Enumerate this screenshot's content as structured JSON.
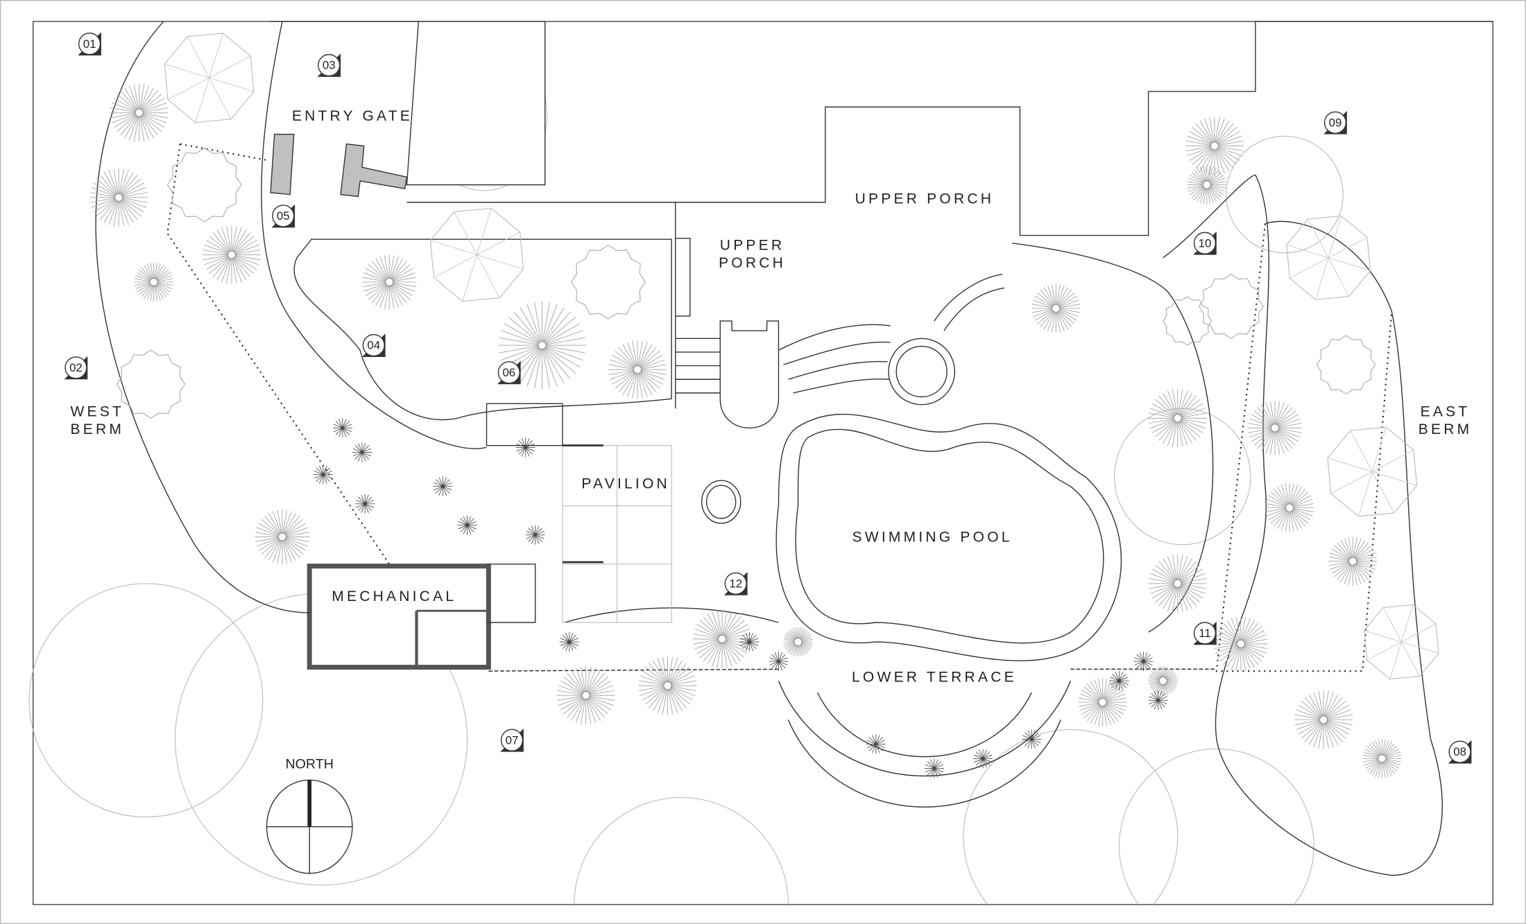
{
  "labels": {
    "entry_gate": "ENTRY GATE",
    "upper_porch_left_1": "UPPER",
    "upper_porch_left_2": "PORCH",
    "upper_porch_right": "UPPER PORCH",
    "pavilion": "PAVILION",
    "swimming_pool": "SWIMMING POOL",
    "mechanical": "MECHANICAL",
    "lower_terrace": "LOWER TERRACE",
    "west_berm_1": "WEST",
    "west_berm_2": "BERM",
    "east_berm_1": "EAST",
    "east_berm_2": "BERM",
    "north": "NORTH"
  },
  "view_markers": [
    "01",
    "02",
    "03",
    "04",
    "05",
    "06",
    "07",
    "08",
    "09",
    "10",
    "11",
    "12"
  ],
  "colors": {
    "line": "#333333",
    "planting": "#bbbbbb",
    "wall_fill": "#c0c0c0"
  }
}
